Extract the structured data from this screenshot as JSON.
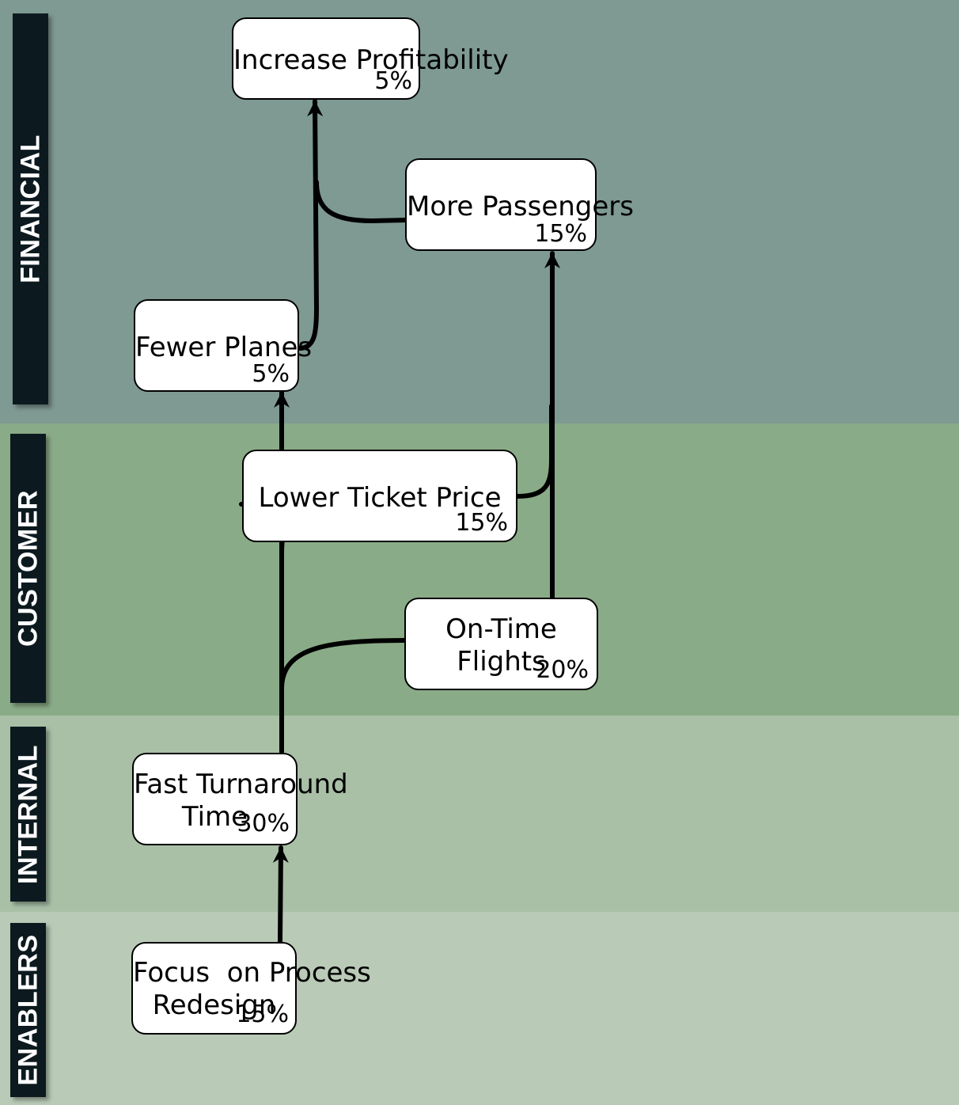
{
  "lanes": [
    {
      "label": "FINANCIAL"
    },
    {
      "label": "CUSTOMER"
    },
    {
      "label": "INTERNAL"
    },
    {
      "label": "ENABLERS"
    }
  ],
  "nodes": {
    "increase_profitability": {
      "label": "Increase Profitability",
      "weight": "5%"
    },
    "more_passengers": {
      "label": "More Passengers",
      "weight": "15%"
    },
    "fewer_planes": {
      "label": "Fewer Planes",
      "weight": "5%"
    },
    "lower_ticket_price": {
      "label": "Lower Ticket Price",
      "weight": "15%"
    },
    "on_time_flights": {
      "label": "On-Time\nFlights",
      "weight": "20%"
    },
    "fast_turnaround_time": {
      "label": "Fast Turnaround\nTime",
      "weight": "30%"
    },
    "focus_on_process_redesign": {
      "label": "Focus  on Process\nRedesign",
      "weight": "15%"
    }
  },
  "colors": {
    "financial_band": "#7f9993",
    "customer_band": "#8aab87",
    "internal_band": "#a9c0a7",
    "enablers_band": "#b9cab7",
    "lane_tab": "#0c1a1f"
  }
}
